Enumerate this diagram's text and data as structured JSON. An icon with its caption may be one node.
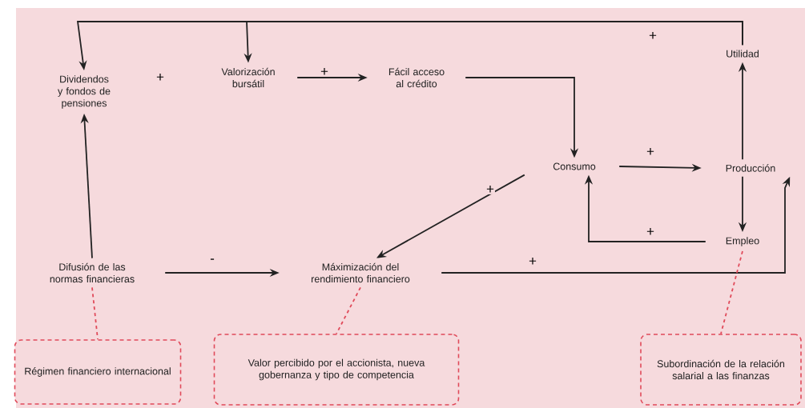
{
  "diagram": {
    "nodes": [
      {
        "text": [
          "Dividendos y fondos de pensiones"
        ]
      },
      {
        "text": [
          "Valorización bursátil"
        ]
      },
      {
        "text": [
          "Fácil acceso al crédito"
        ]
      },
      {
        "text": [
          "Utilidad"
        ]
      },
      {
        "text": [
          "Consumo"
        ]
      },
      {
        "text": [
          "Producción"
        ]
      },
      {
        "text": [
          "Empleo"
        ]
      },
      {
        "text": [
          "Difusión de las normas financieras"
        ]
      },
      {
        "text": [
          "Máximización del rendimiento financiero"
        ]
      },
      {
        "text": [
          "Régimen financiero internacional"
        ]
      },
      {
        "text": [
          "Valor percibido por el accionista, nueva gobernanza y tipo de competencia"
        ]
      },
      {
        "text": [
          "Subordinación de la relación salarial a las finanzas"
        ]
      }
    ],
    "edges": [
      {
        "from": 3,
        "to": 0,
        "arrow": "to",
        "label": "+"
      },
      {
        "from": 3,
        "to": 1,
        "arrow": "to"
      },
      {
        "from": 1,
        "to": 2,
        "arrow": "to",
        "label": "+"
      },
      {
        "from": 2,
        "to": 4,
        "arrow": "to"
      },
      {
        "from": 4,
        "to": 5,
        "arrow": "to",
        "label": "+"
      },
      {
        "from": 5,
        "to": 3,
        "arrow": "to"
      },
      {
        "from": 5,
        "to": 6,
        "arrow": "to"
      },
      {
        "from": 6,
        "to": 4,
        "arrow": "to",
        "label": "+"
      },
      {
        "from": 4,
        "to": 8,
        "arrow": "to",
        "label": "+"
      },
      {
        "from": 7,
        "to": 8,
        "arrow": "to",
        "label": "-"
      },
      {
        "from": 7,
        "to": 0,
        "arrow": "to"
      },
      {
        "from": 8,
        "to": 5,
        "arrow": "to",
        "label": "+"
      },
      {
        "from": 7,
        "to": 9,
        "arrow": "none",
        "style": "dashed",
        "color": "#e04a5a"
      },
      {
        "from": 8,
        "to": 10,
        "arrow": "none",
        "style": "dashed",
        "color": "#e04a5a"
      },
      {
        "from": 6,
        "to": 11,
        "arrow": "none",
        "style": "dashed",
        "color": "#e04a5a"
      }
    ],
    "labels": [
      "+"
    ]
  }
}
